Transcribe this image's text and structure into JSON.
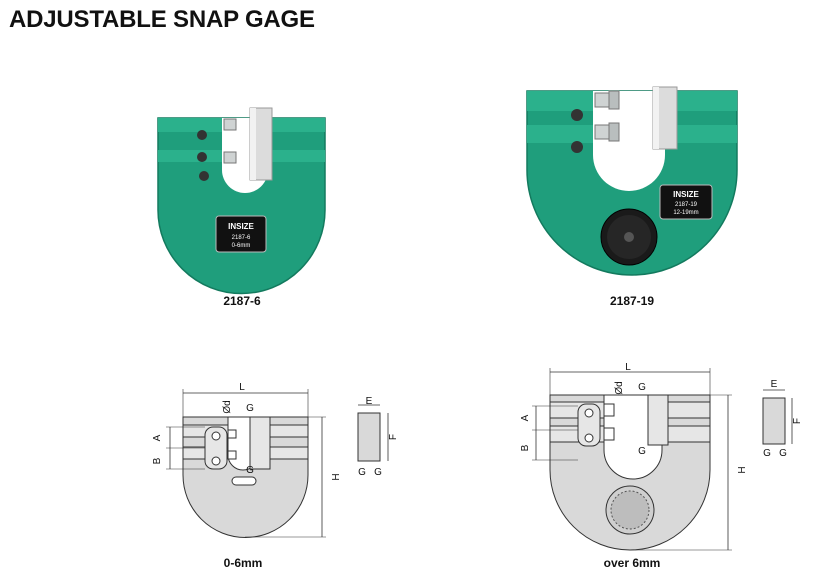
{
  "page": {
    "title": "ADJUSTABLE SNAP GAGE"
  },
  "photos": [
    {
      "model": "2187-6",
      "badge_brand": "INSIZE",
      "badge_code": "2187-6",
      "badge_range": "0-6mm"
    },
    {
      "model": "2187-19",
      "badge_brand": "INSIZE",
      "badge_code": "2187-19",
      "badge_range": "12-19mm"
    }
  ],
  "drawings": [
    {
      "caption": "0-6mm",
      "labels": {
        "L": "L",
        "H": "H",
        "A": "A",
        "B": "B",
        "d": "Ød",
        "G": "G",
        "E": "E",
        "F": "F"
      }
    },
    {
      "caption": "over 6mm",
      "labels": {
        "L": "L",
        "H": "H",
        "A": "A",
        "B": "B",
        "d": "Ød",
        "G": "G",
        "E": "E",
        "F": "F"
      }
    }
  ],
  "colors": {
    "gage_green": "#1f9e7c",
    "gage_green_dark": "#137a5e",
    "drawing_fill": "#d9d9d9",
    "label_black": "#111111"
  }
}
